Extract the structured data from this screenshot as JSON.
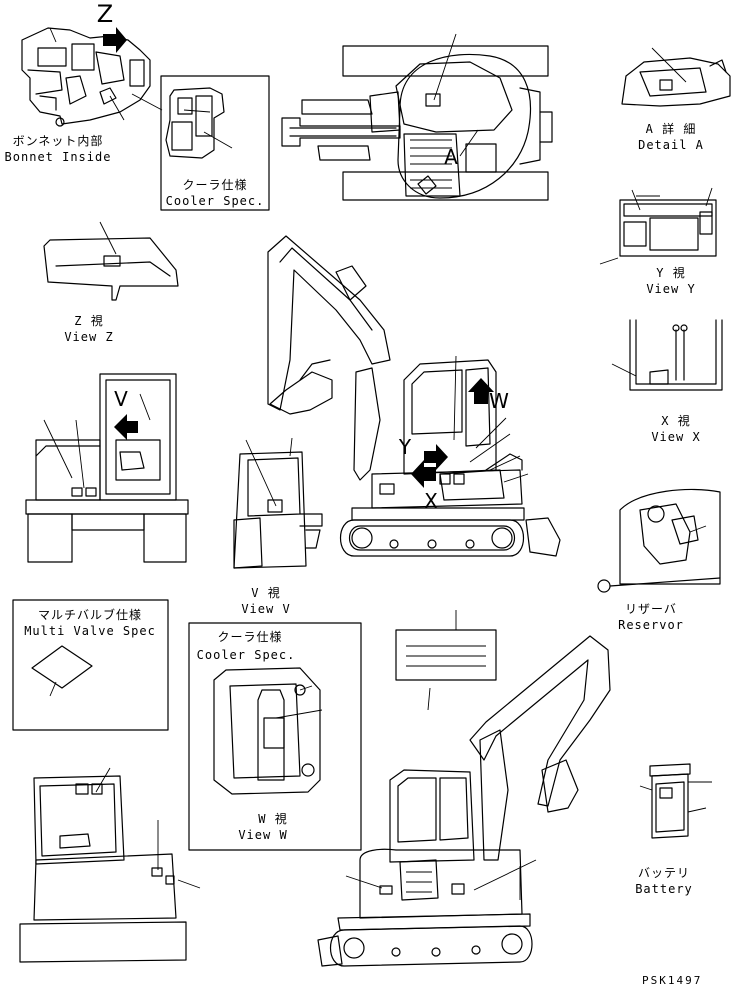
{
  "labels": {
    "z_marker": "Z",
    "bonnet_jp": "ボンネット内部",
    "bonnet_en": "Bonnet Inside",
    "cooler_jp_top": "クーラ仕様",
    "cooler_en_top": "Cooler Spec.",
    "a_marker": "A",
    "detail_jp": "A 詳 細",
    "detail_en": "Detail A",
    "view_z_jp": "Z 視",
    "view_z_en": "View Z",
    "view_y_jp": "Y 視",
    "view_y_en": "View Y",
    "v_marker": "V",
    "w_marker": "W",
    "y_marker": "Y",
    "x_marker": "X",
    "view_x_jp": "X 視",
    "view_x_en": "View X",
    "view_v_jp": "V 視",
    "view_v_en": "View V",
    "multi_jp": "マルチバルブ仕様",
    "multi_en": "Multi Valve Spec",
    "cooler_jp_w": "クーラ仕様",
    "cooler_en_w": "Cooler Spec.",
    "view_w_jp": "W 視",
    "view_w_en": "View W",
    "reservor_jp": "リザーバ",
    "reservor_en": "Reservor",
    "battery_jp": "バッテリ",
    "battery_en": "Battery",
    "part_code": "PSK1497"
  }
}
